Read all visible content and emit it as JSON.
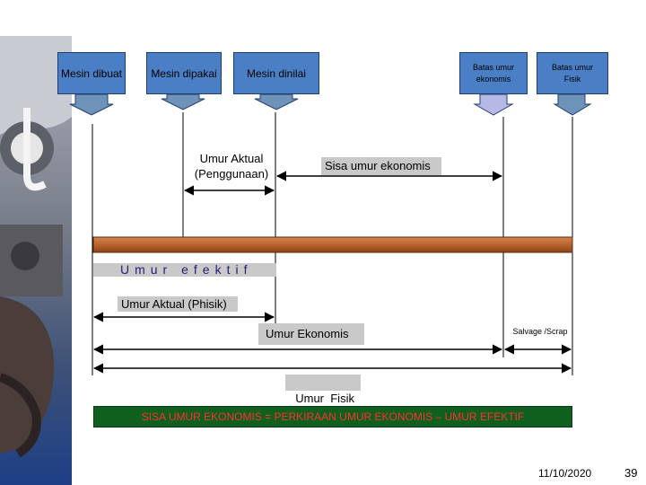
{
  "top_labels": {
    "mesin_dibuat": "Mesin dibuat",
    "mesin_dipakai": "Mesin dipakai",
    "mesin_dinilai": "Mesin dinilai",
    "batas_ekonomis": "Batas umur ekonomis",
    "batas_fisik": "Batas umur Fisik"
  },
  "umur_aktual_penggunaan": "Umur Aktual (Penggunaan)",
  "sisa_umur_ekonomis": "Sisa umur ekonomis",
  "umur_efektif": "Umur efektif",
  "umur_aktual_phisik": "Umur Aktual (Phisik)",
  "umur_ekonomis": "Umur Ekonomis",
  "salvage_scrap": "Salvage /Scrap",
  "umur_fisik": "Umur  Fisik",
  "formula": "SISA UMUR EKONOMIS = PERKIRAAN UMUR EKONOMIS – UMUR EFEKTIF",
  "footer": {
    "date": "11/10/2020",
    "page": "39"
  },
  "colors": {
    "label_box": "#4a7fc6",
    "arrow_blue": "#6f92b8",
    "arrow_lavender": "#b8b8e6",
    "bar": "#b9642e",
    "formula_bg": "#0f5f1f",
    "formula_text": "#ff3030"
  }
}
